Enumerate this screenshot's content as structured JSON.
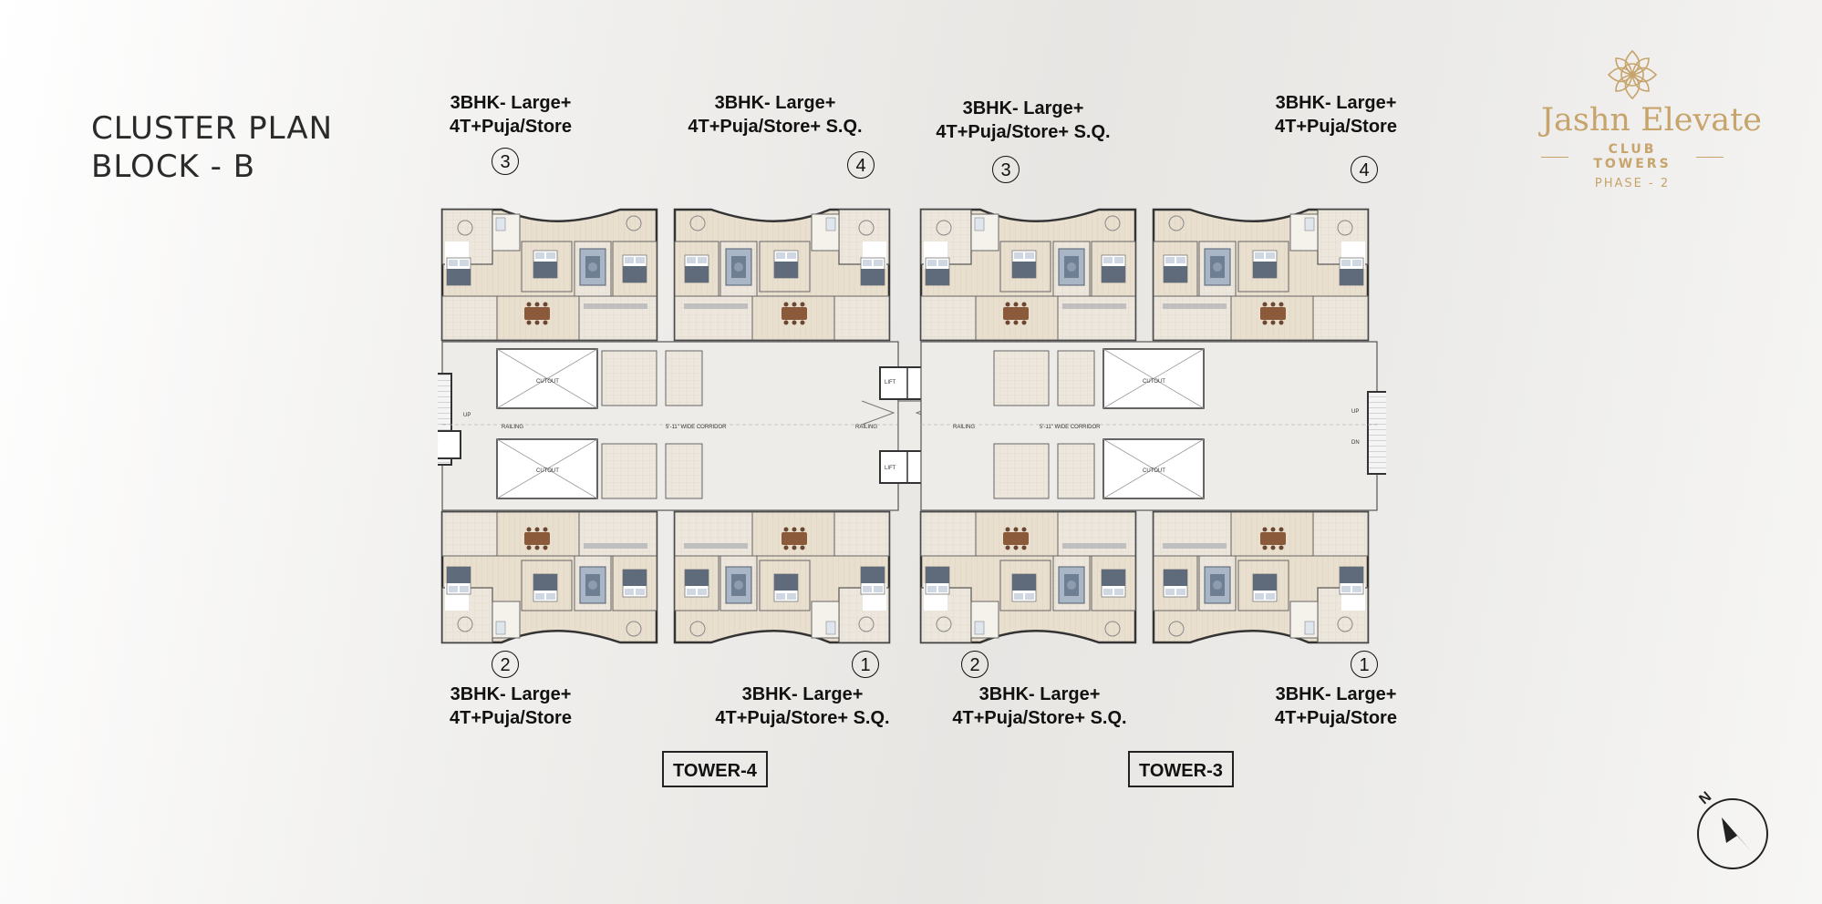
{
  "heading": {
    "line1": "CLUSTER PLAN",
    "line2": "BLOCK - B"
  },
  "logo": {
    "brand": "Jashn Elevate",
    "subtitle": "CLUB TOWERS",
    "phase": "PHASE - 2",
    "color": "#c6a46b"
  },
  "units": {
    "t4_top_left": {
      "line1": "3BHK- Large+",
      "line2": "4T+Puja/Store",
      "number": "3"
    },
    "t4_top_right": {
      "line1": "3BHK- Large+",
      "line2": "4T+Puja/Store+ S.Q.",
      "number": "4"
    },
    "t3_top_left": {
      "line1": "3BHK- Large+",
      "line2": "4T+Puja/Store+ S.Q.",
      "number": "3"
    },
    "t3_top_right": {
      "line1": "3BHK- Large+",
      "line2": "4T+Puja/Store",
      "number": "4"
    },
    "t4_bottom_left": {
      "line1": "3BHK- Large+",
      "line2": "4T+Puja/Store",
      "number": "2"
    },
    "t4_bottom_right": {
      "line1": "3BHK- Large+",
      "line2": "4T+Puja/Store+ S.Q.",
      "number": "1"
    },
    "t3_bottom_left": {
      "line1": "3BHK- Large+",
      "line2": "4T+Puja/Store+ S.Q.",
      "number": "2"
    },
    "t3_bottom_right": {
      "line1": "3BHK- Large+",
      "line2": "4T+Puja/Store",
      "number": "1"
    }
  },
  "towers": {
    "left": "TOWER-4",
    "right": "TOWER-3"
  },
  "plan_labels": {
    "corridor": "5'-11\" WIDE CORRIDOR",
    "lift": "LIFT",
    "cutout": "CUTOUT",
    "railing": "RAILING",
    "up": "UP",
    "dn": "DN"
  },
  "compass": {
    "north": "N"
  }
}
